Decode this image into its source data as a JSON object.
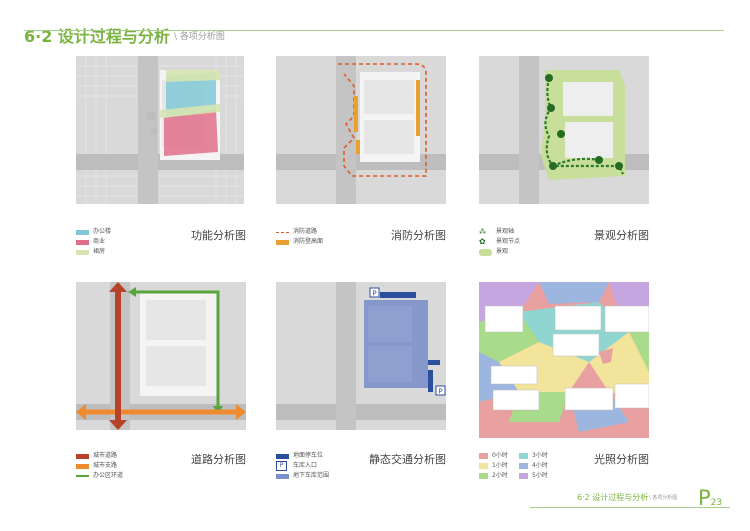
{
  "header": {
    "title": "6·2 设计过程与分析",
    "subtitle": "\\ 各项分析图"
  },
  "panels": [
    {
      "title": "功能分析图",
      "legend": [
        {
          "label": "办公楼",
          "color": "#7fc8d6"
        },
        {
          "label": "商业",
          "color": "#e0708a"
        },
        {
          "label": "裙房",
          "color": "#d6e4b0"
        }
      ]
    },
    {
      "title": "消防分析图",
      "legend": [
        {
          "label": "消防道路",
          "color": "#e05a2b",
          "style": "dash"
        },
        {
          "label": "消防登高面",
          "color": "#e8a030"
        }
      ]
    },
    {
      "title": "景观分析图",
      "legend": [
        {
          "label": "景观轴",
          "icon": "landscape-axis-icon"
        },
        {
          "label": "景观节点",
          "icon": "landscape-node-icon"
        },
        {
          "label": "景观",
          "color": "#c7df9a"
        }
      ]
    },
    {
      "title": "道路分析图",
      "legend": [
        {
          "label": "城市道路",
          "color": "#b8412a"
        },
        {
          "label": "城市支路",
          "color": "#ef8a2e"
        },
        {
          "label": "办公区环道",
          "color": "#5aa53b"
        }
      ]
    },
    {
      "title": "静态交通分析图",
      "legend": [
        {
          "label": "地面停车位",
          "color": "#2b4f9c"
        },
        {
          "label": "车库入口",
          "icon": "parking-icon"
        },
        {
          "label": "地下车库范围",
          "color": "#7c90c9"
        }
      ]
    },
    {
      "title": "光照分析图",
      "legend": [
        {
          "label": "0小时",
          "color": "#e8a0a0"
        },
        {
          "label": "3小时",
          "color": "#8fd6d0"
        },
        {
          "label": "1小时",
          "color": "#f2e49a"
        },
        {
          "label": "4小时",
          "color": "#9db6e0"
        },
        {
          "label": "2小时",
          "color": "#a8dc8a"
        },
        {
          "label": "5小时",
          "color": "#c6a6e0"
        }
      ]
    }
  ],
  "footer": {
    "text": "6·2 设计过程与分析",
    "sub": "\\ 各项分析图",
    "page_letter": "P",
    "page_num": "23"
  }
}
